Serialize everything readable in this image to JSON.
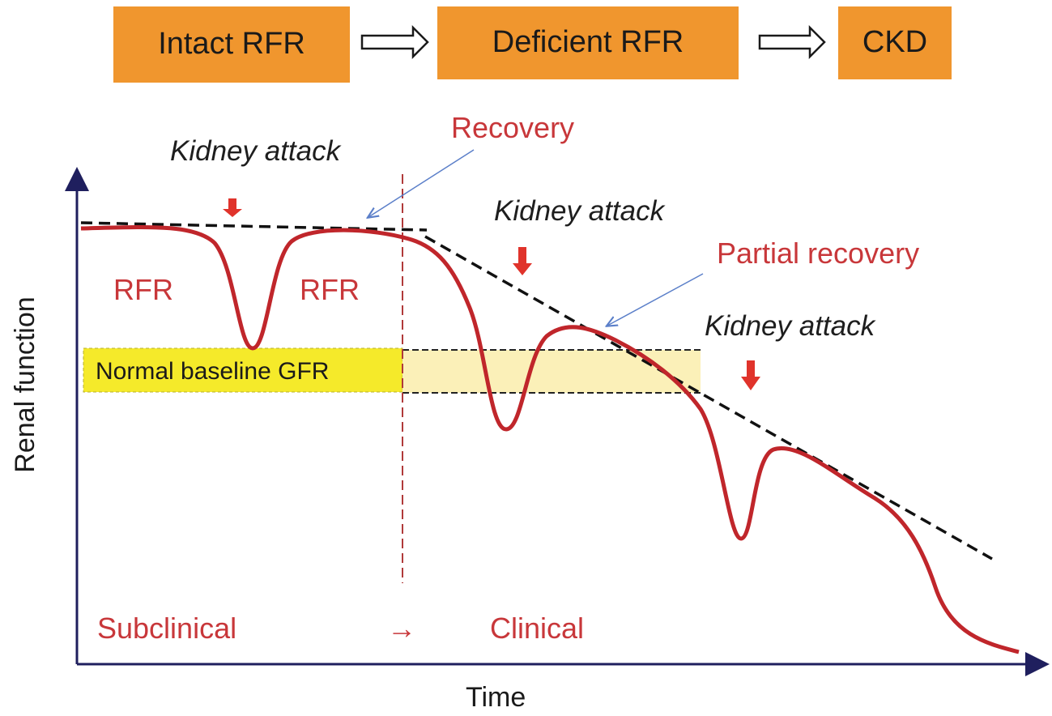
{
  "stages": [
    "Intact RFR",
    "Deficient RFR",
    "CKD"
  ],
  "labels": {
    "kidney_attack": "Kidney attack",
    "recovery": "Recovery",
    "partial_recovery": "Partial recovery",
    "rfr": "RFR",
    "normal_baseline": "Normal baseline GFR",
    "subclinical": "Subclinical",
    "transition_arrow": "→",
    "clinical": "Clinical"
  },
  "axes": {
    "x": "Time",
    "y": "Renal function"
  },
  "colors": {
    "stage_box": "#f0962e",
    "curve": "#c0262b",
    "axis": "#1f1f5e",
    "baseline_band": "#f5ea2a"
  }
}
